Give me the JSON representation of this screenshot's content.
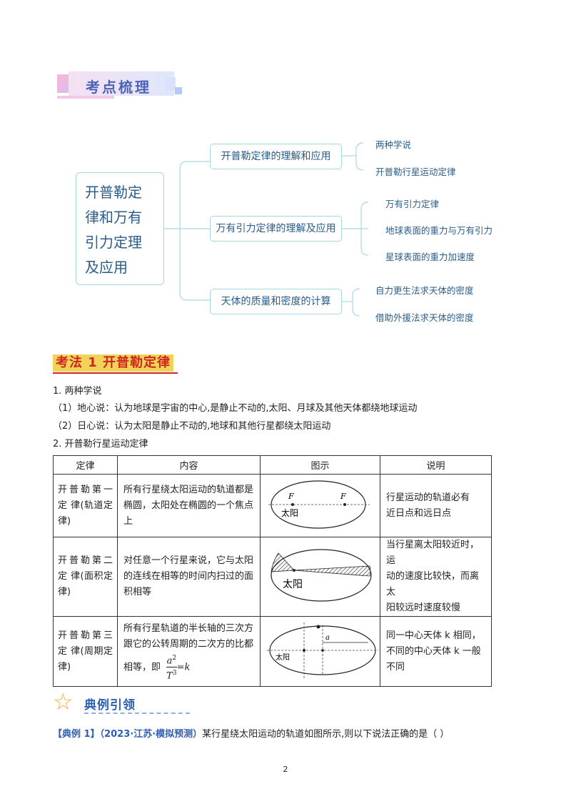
{
  "section_title": "考点梳理",
  "mindmap": {
    "root": "开普勒定律和万有引力定理及应用",
    "root_lines": [
      "开普勒定",
      "律和万有",
      "引力定理",
      "及应用"
    ],
    "branches": [
      {
        "label": "开普勒定律的理解和应用",
        "leaves": [
          "两种学说",
          "开普勒行星运动定律"
        ]
      },
      {
        "label": "万有引力定律的理解及应用",
        "leaves": [
          "万有引力定律",
          "地球表面的重力与万有引力",
          "星球表面的重力加速度"
        ]
      },
      {
        "label": "天体的质量和密度的计算",
        "leaves": [
          "自力更生法求天体的密度",
          "借助外援法求天体的密度"
        ]
      }
    ]
  },
  "kaofa_title": "考法 1  开普勒定律",
  "paragraphs": [
    "1. 两种学说",
    "（1）地心说：认为地球是宇宙的中心,是静止不动的,太阳、月球及其他天体都绕地球运动",
    "（2）日心说：认为太阳是静止不动的,地球和其他行星都绕太阳运动",
    "2. 开普勒行星运动定律"
  ],
  "table": {
    "headers": [
      "定律",
      "内容",
      "图示",
      "说明"
    ],
    "rows": [
      {
        "name": "开普勒第一定 律(轨道定律)",
        "content": "所有行星绕太阳运动的轨道都是椭圆，太阳处在椭圆的一个焦点上",
        "fig_labels": {
          "f1": "F",
          "f2": "F",
          "sun": "太阳"
        },
        "note_lines": [
          "行星运动的轨道必有",
          "近日点和远日点"
        ]
      },
      {
        "name": "开普勒第二定 律(面积定律)",
        "content": "对任意一个行星来说，它与太阳的连线在相等的时间内扫过的面积相等",
        "fig_labels": {
          "sun": "太阳"
        },
        "note_lines": [
          "当行星离太阳较近时，",
          "运",
          "动的速度比较快，而离",
          "太",
          "阳较远时速度较慢"
        ]
      },
      {
        "name": "开普勒第三定 律(周期定律)",
        "content_prefix": "所有行星轨道的半长轴的三次方跟它的公转周期的二次方的比都相等，即",
        "formula": {
          "num": "a",
          "num_exp": "2",
          "den": "T",
          "den_exp": "3",
          "rhs": "=k"
        },
        "fig_labels": {
          "a": "a",
          "sun": "太阳"
        },
        "note_lines": [
          "同一中心天体 k 相同，",
          "不同的中心天体 k 一般",
          "不同"
        ]
      }
    ]
  },
  "example_section": "典例引领",
  "example1": {
    "label": "【典例 1】",
    "source": "（2023·江苏·模拟预测）",
    "text": "某行星绕太阳运动的轨道如图所示,则以下说法正确的是（      ）"
  },
  "page_number": "2",
  "colors": {
    "accent_blue": "#2b5d88",
    "red": "#d1261c",
    "highlight": "#f2d35a",
    "star": "#f0b13d"
  }
}
